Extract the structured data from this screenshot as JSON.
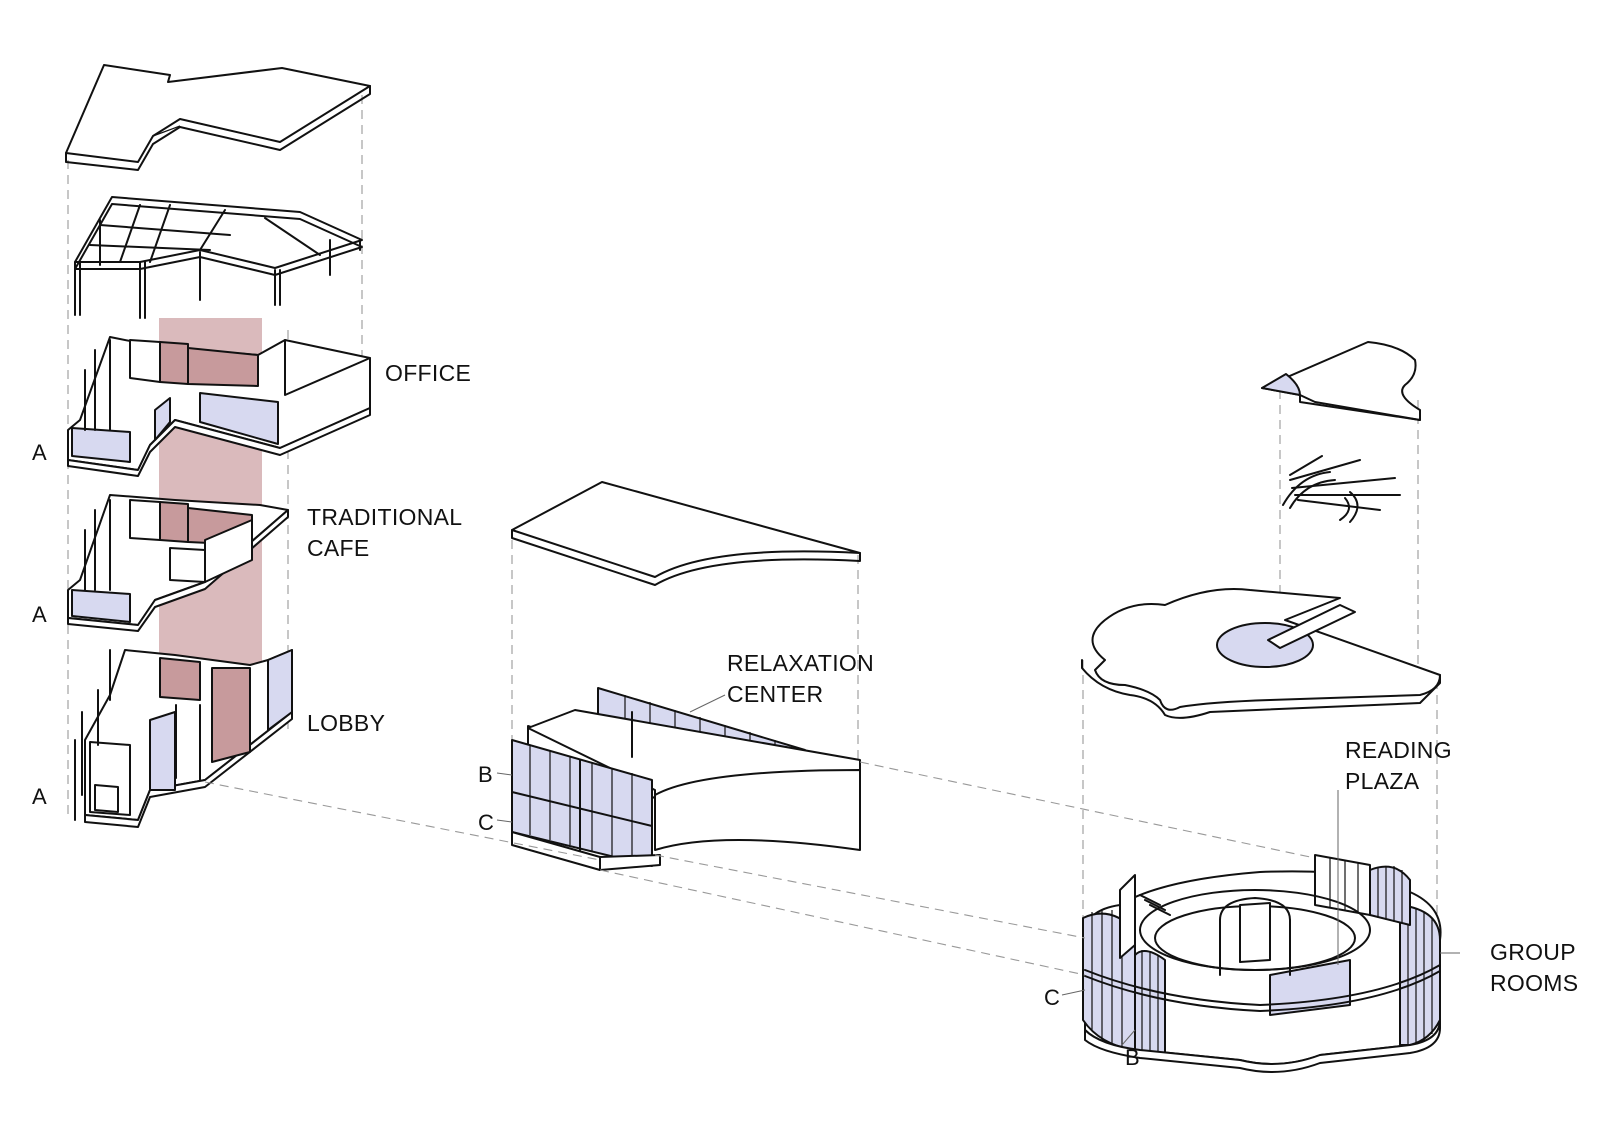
{
  "labels": {
    "office": "OFFICE",
    "traditional_cafe": "TRADITIONAL\nCAFE",
    "lobby": "LOBBY",
    "relaxation_center": "RELAXATION\nCENTER",
    "reading_plaza": "READING\nPLAZA",
    "group_rooms": "GROUP\nROOMS"
  },
  "markers": {
    "a1": "A",
    "a2": "A",
    "a3": "A",
    "b_relax": "B",
    "c_relax": "C",
    "c_read": "C",
    "b_read": "B"
  },
  "colors": {
    "glass": "#d7d9f0",
    "core": "#c79a9c",
    "core_band": "#d6b3b5",
    "line": "#111111",
    "dash": "#999999"
  }
}
